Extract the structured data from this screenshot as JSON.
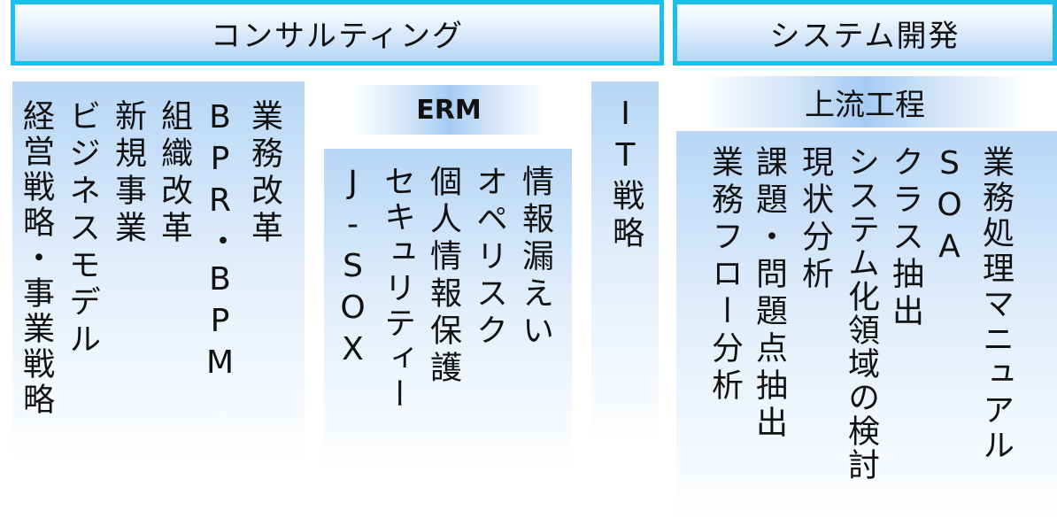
{
  "headers": {
    "consulting": "コンサルティング",
    "system_dev": "システム開発"
  },
  "consulting_items": [
    "業務改革",
    "BPR・BPM",
    "組織改革",
    "新規事業",
    "ビジネスモデル",
    "経営戦略・事業戦略"
  ],
  "erm": {
    "title": "ERM",
    "items": [
      "情報漏えい",
      "オペリスク",
      "個人情報保護",
      "セキュリティー",
      "J-SOX"
    ]
  },
  "it_strategy": "IT戦略",
  "upstream": {
    "title": "上流工程",
    "items": [
      "業務処理マニュアル",
      "SOA",
      "クラス抽出",
      "システム化領域の検討",
      "現状分析",
      "課題・問題点抽出",
      "業務フロー分析"
    ]
  }
}
